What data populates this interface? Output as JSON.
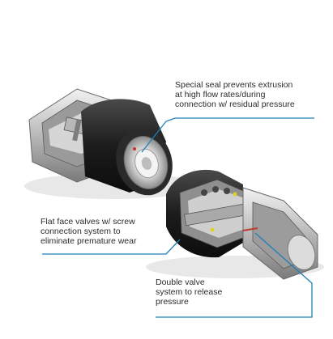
{
  "callouts": {
    "seal": "Special seal prevents extrusion\nat high flow rates/during\nconnection w/ residual pressure",
    "flat_face": "Flat face valves w/ screw\nconnection system to\neliminate premature wear",
    "double_valve": "Double valve\nsystem to release\npressure"
  },
  "colors": {
    "leader_line": "#1f7fb8",
    "body_black": "#1a1a1a",
    "metal_light": "#d9d9d9",
    "metal_dark": "#8c8c8c",
    "accent_red": "#c0392b",
    "accent_yellow": "#d8d22a"
  },
  "icons": {
    "left_part": "female-coupler-cutaway",
    "right_part": "male-nipple-cutaway"
  }
}
